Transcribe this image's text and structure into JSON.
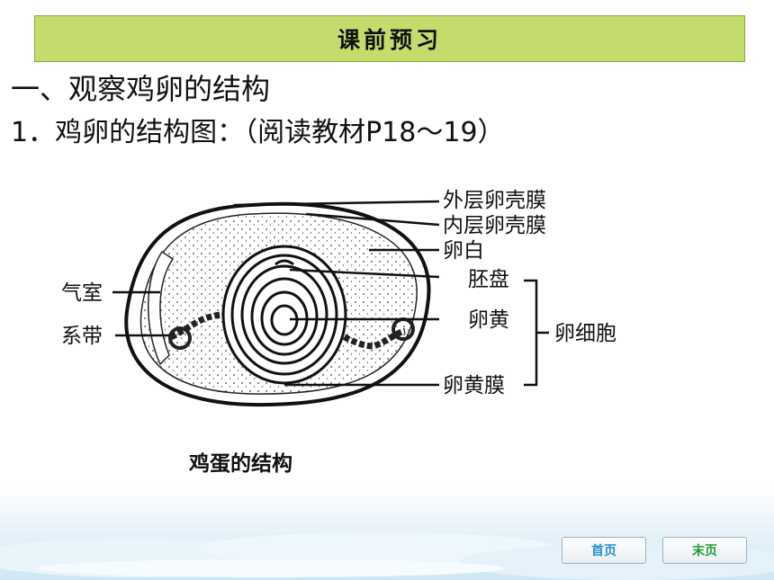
{
  "header": {
    "title": "课前预习"
  },
  "section": {
    "heading": "一、观察鸡卵的结构"
  },
  "item": {
    "heading": "1．鸡卵的结构图：（阅读教材P18～19）"
  },
  "figure": {
    "caption": "鸡蛋的结构",
    "labels": {
      "outer_shell_membrane": "外层卵壳膜",
      "inner_shell_membrane": "内层卵壳膜",
      "albumen": "卵白",
      "blastodisc": "胚盘",
      "air_cell": "气室",
      "chalaza": "系带",
      "yolk": "卵黄",
      "egg_cell": "卵细胞",
      "yolk_membrane": "卵黄膜"
    }
  },
  "nav": {
    "first_label": "首页",
    "last_label": "末页"
  }
}
